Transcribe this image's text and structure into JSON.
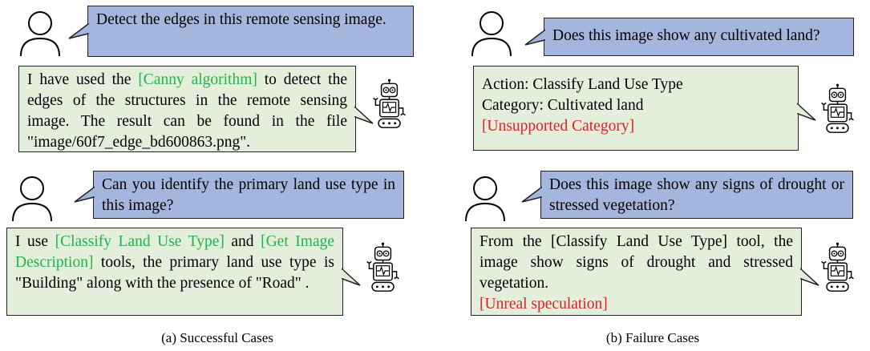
{
  "panels": [
    {
      "caption": "(a) Successful Cases",
      "cases": [
        {
          "question": "Detect the edges in this remote sensing image.",
          "answer": [
            {
              "text": "I have used the ",
              "style": "normal"
            },
            {
              "text": "[Canny algorithm]",
              "style": "green"
            },
            {
              "text": " to detect the edges of the structures in the remote sensing image. The result can be found in the file \"image/60f7_edge_bd600863.png\".",
              "style": "normal"
            }
          ]
        },
        {
          "question": "Can you identify the primary land use type in this image?",
          "answer": [
            {
              "text": "I use ",
              "style": "normal"
            },
            {
              "text": "[Classify Land Use Type]",
              "style": "green"
            },
            {
              "text": " and ",
              "style": "normal"
            },
            {
              "text": "[Get Image Description]",
              "style": "green"
            },
            {
              "text": " tools, the primary land use type is \"Building\" along with the presence of \"Road\" .",
              "style": "normal"
            }
          ]
        }
      ]
    },
    {
      "caption": "(b) Failure Cases",
      "cases": [
        {
          "question": "Does this image show any cultivated land?",
          "answer_lines": [
            {
              "text": "Action: Classify Land Use Type",
              "style": "normal"
            },
            {
              "text": "Category: Cultivated land",
              "style": "normal"
            },
            {
              "text": "[Unsupported Category]",
              "style": "red"
            }
          ]
        },
        {
          "question": "Does this image show any signs of drought or stressed vegetation?",
          "answer": [
            {
              "text": "From the [Classify Land Use Type] tool, the image show signs of drought and stressed vegetation.",
              "style": "normal"
            }
          ],
          "error_label": "[Unreal speculation]"
        }
      ]
    }
  ],
  "colors": {
    "question_bubble": "#a4b6dd",
    "answer_bubble": "#e4efdb",
    "tool_highlight": "#21b34a",
    "error_highlight": "#e02020"
  },
  "icons": {
    "user": "person-outline-icon",
    "agent": "robot-icon"
  }
}
